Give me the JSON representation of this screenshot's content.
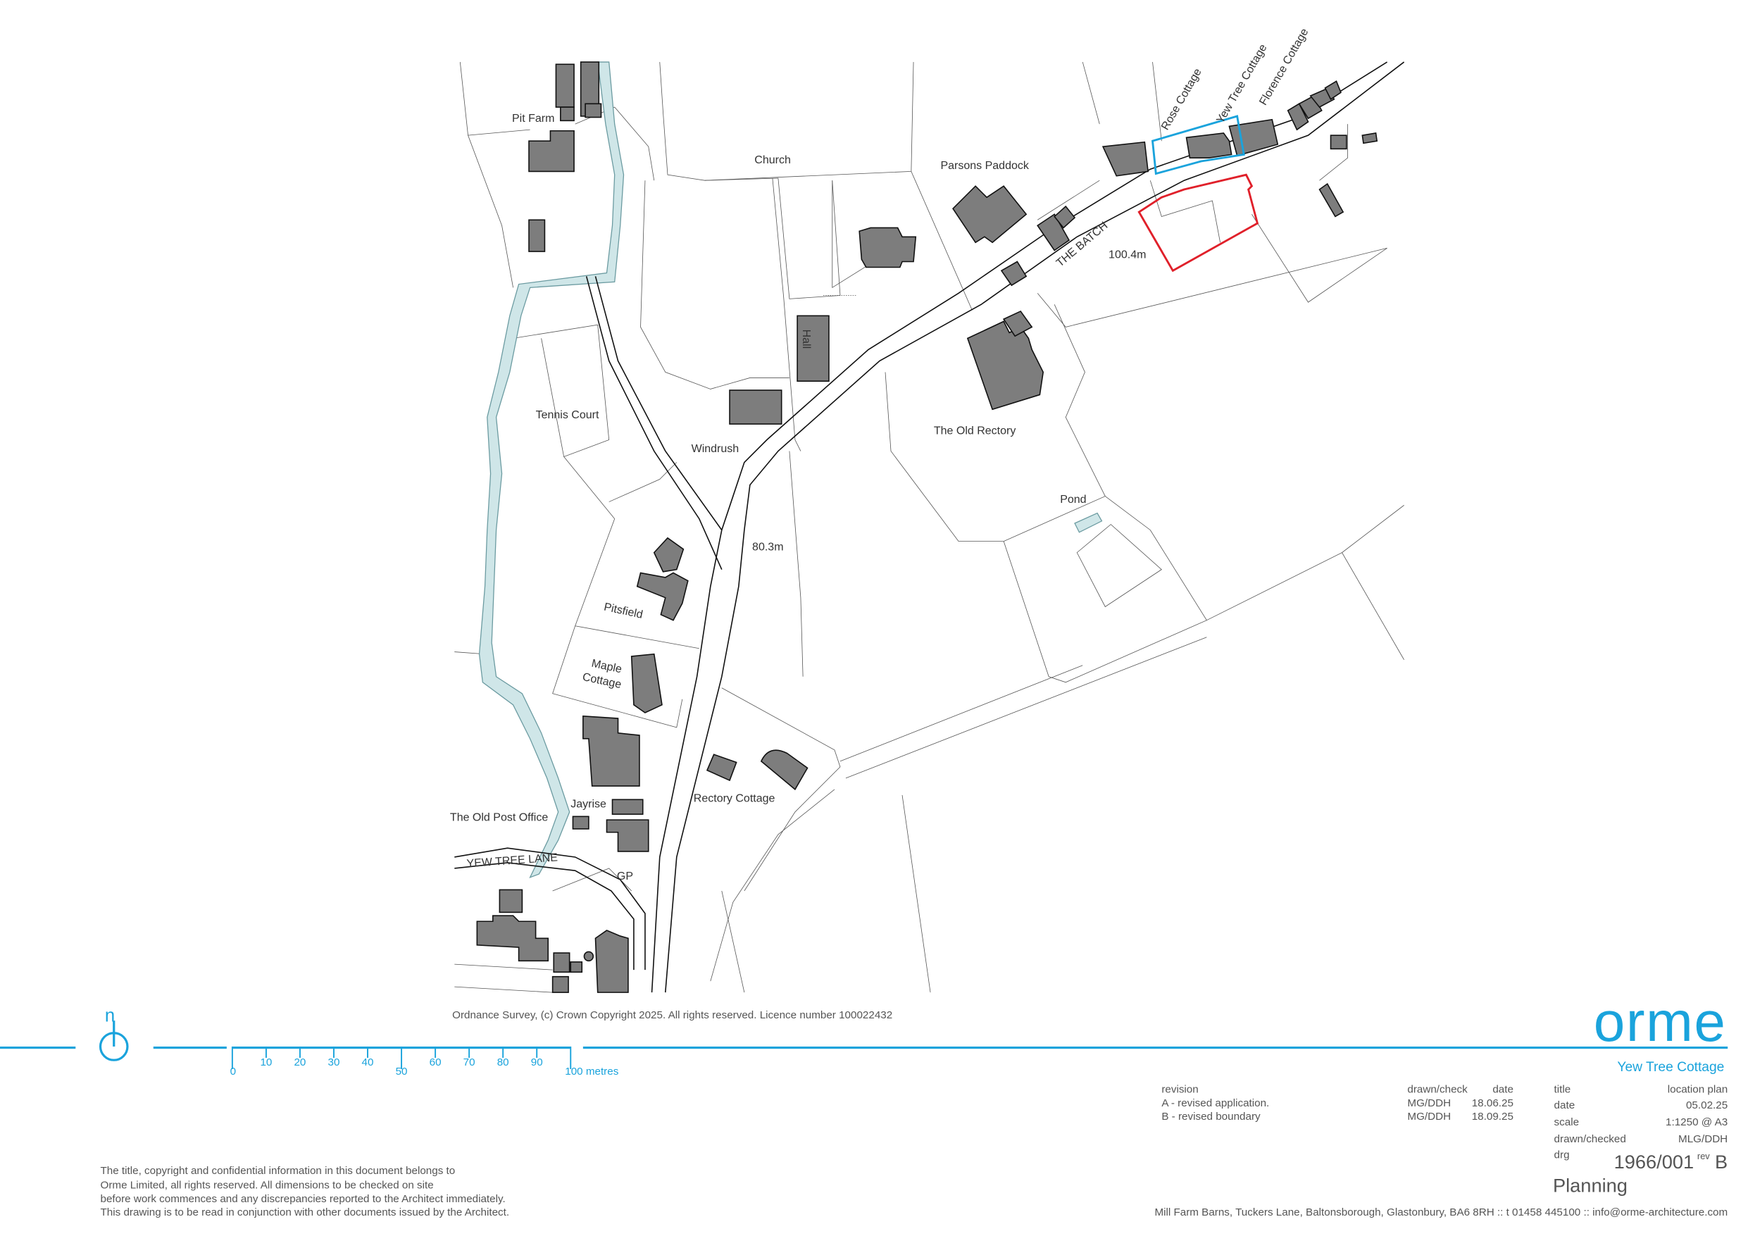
{
  "map": {
    "labels": {
      "pit_farm": "Pit Farm",
      "church": "Church",
      "parsons_paddock": "Parsons Paddock",
      "tennis_court": "Tennis Court",
      "windrush": "Windrush",
      "hall": "Hall",
      "old_rectory": "The Old Rectory",
      "pond": "Pond",
      "spot_height_1": "80.3m",
      "spot_height_2": "100.4m",
      "pitsfield": "Pitsfield",
      "maple_cottage_1": "Maple",
      "maple_cottage_2": "Cottage",
      "rectory_cottage": "Rectory Cottage",
      "jayrise": "Jayrise",
      "old_post_office": "The Old Post Office",
      "yew_tree_lane": "YEW TREE LANE",
      "gp": "GP",
      "the_batch": "THE BATCH",
      "rose_cottage": "Rose Cottage",
      "yew_tree_cottage": "Yew Tree Cottage",
      "florence_cottage": "Florence Cottage"
    },
    "colors": {
      "site_boundary": "#e0202a",
      "ownership_boundary": "#1aa3dc",
      "building": "#7d7d7d",
      "water": "#cfe6e8"
    }
  },
  "copyright": "Ordnance Survey, (c) Crown Copyright 2025. All rights reserved. Licence number 100022432",
  "north_arrow": {
    "label": "n"
  },
  "scale_bar": {
    "ticks": [
      "0",
      "10",
      "20",
      "30",
      "40",
      "50",
      "60",
      "70",
      "80",
      "90"
    ],
    "end_label": "100 metres"
  },
  "brand": {
    "logo": "orme",
    "color": "#1aa3dc"
  },
  "project_name": "Yew Tree Cottage",
  "revisions": {
    "header": "revision",
    "header_drawn": "drawn/check",
    "header_date": "date",
    "rows": [
      {
        "text": "A - revised application.",
        "drawn": "MG/DDH",
        "date": "18.06.25"
      },
      {
        "text": "B - revised boundary",
        "drawn": "MG/DDH",
        "date": "18.09.25"
      }
    ]
  },
  "title_block": {
    "title_label": "title",
    "title_value": "location plan",
    "date_label": "date",
    "date_value": "05.02.25",
    "scale_label": "scale",
    "scale_value": "1:1250 @ A3",
    "drawn_label": "drawn/checked",
    "drawn_value": "MLG/DDH",
    "drg_label": "drg",
    "drg_number": "1966/001",
    "rev_label": "rev",
    "rev_value": "B",
    "status": "Planning"
  },
  "disclaimer": [
    "The title, copyright and confidential information in this document belongs to",
    "Orme Limited, all rights reserved. All dimensions to be checked on site",
    "before work commences and any discrepancies reported to the Architect immediately.",
    "This drawing is to be read in conjunction with other documents issued by the Architect."
  ],
  "address": "Mill Farm Barns, Tuckers Lane, Baltonsborough, Glastonbury, BA6 8RH :: t 01458 445100 :: info@orme-architecture.com"
}
